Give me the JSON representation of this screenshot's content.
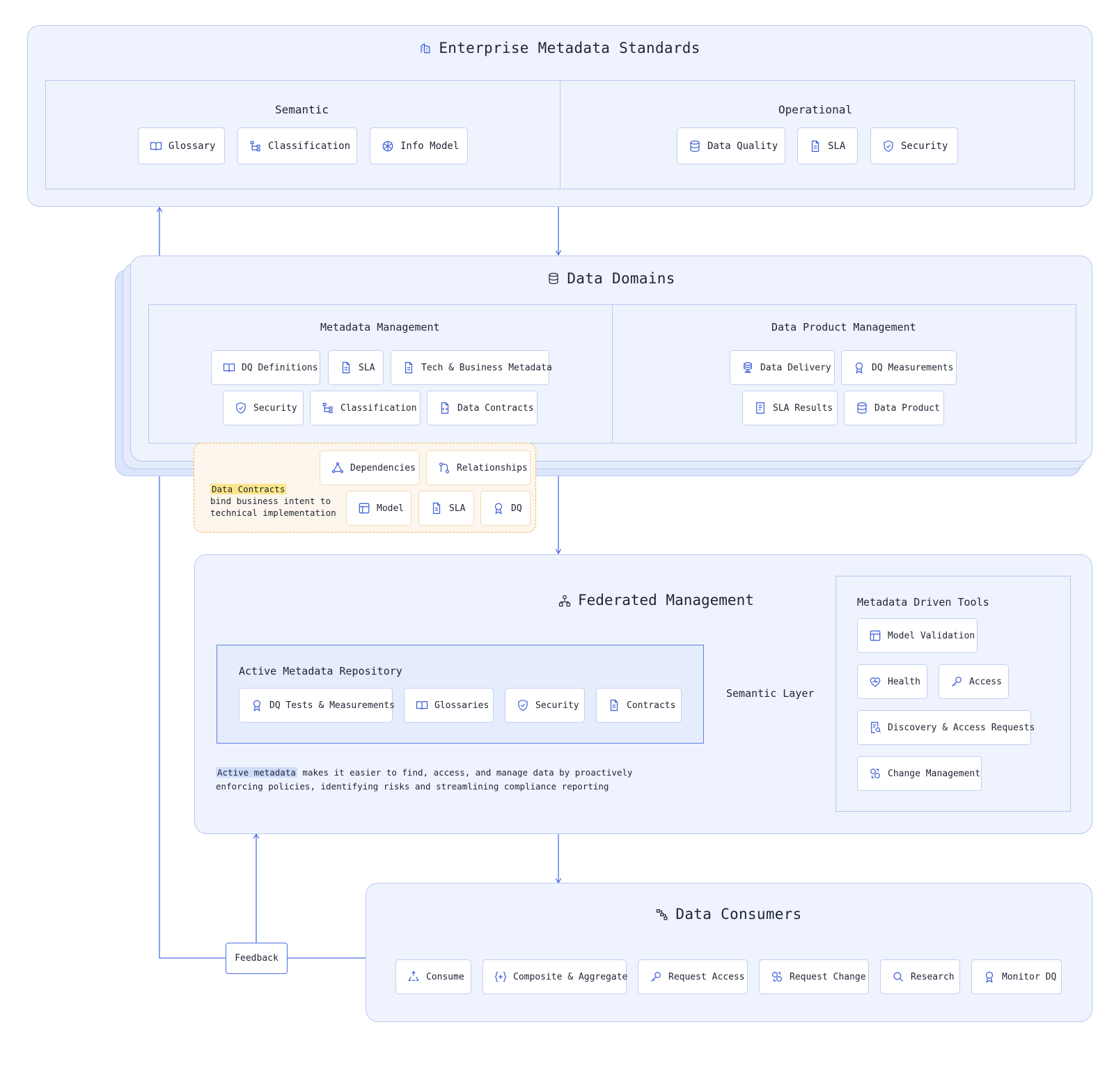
{
  "enterprise": {
    "title": "Enterprise Metadata Standards",
    "semantic": {
      "title": "Semantic",
      "items": [
        {
          "label": "Glossary",
          "icon": "book-icon"
        },
        {
          "label": "Classification",
          "icon": "tree-icon"
        },
        {
          "label": "Info Model",
          "icon": "cube-icon"
        }
      ]
    },
    "operational": {
      "title": "Operational",
      "items": [
        {
          "label": "Data Quality",
          "icon": "database-icon"
        },
        {
          "label": "SLA",
          "icon": "document-icon"
        },
        {
          "label": "Security",
          "icon": "shield-icon"
        }
      ]
    }
  },
  "domains": {
    "title": "Data Domains",
    "metadata_management": {
      "title": "Metadata Management",
      "items": [
        {
          "label": "DQ Definitions",
          "icon": "book-icon"
        },
        {
          "label": "SLA",
          "icon": "document-icon"
        },
        {
          "label": "Tech & Business Metadata",
          "icon": "document-icon"
        },
        {
          "label": "Security",
          "icon": "shield-icon"
        },
        {
          "label": "Classification",
          "icon": "tree-icon"
        },
        {
          "label": "Data Contracts",
          "icon": "code-file-icon"
        }
      ]
    },
    "product_management": {
      "title": "Data Product Management",
      "items": [
        {
          "label": "Data Delivery",
          "icon": "server-icon"
        },
        {
          "label": "DQ Measurements",
          "icon": "award-icon"
        },
        {
          "label": "SLA Results",
          "icon": "list-file-icon"
        },
        {
          "label": "Data Product",
          "icon": "database-icon"
        }
      ]
    }
  },
  "contracts_callout": {
    "highlight": "Data Contracts",
    "line1": "bind business intent to",
    "line2": "technical implementation",
    "items": [
      {
        "label": "Dependencies",
        "icon": "graph-icon"
      },
      {
        "label": "Relationships",
        "icon": "git-icon"
      },
      {
        "label": "Model",
        "icon": "table-icon"
      },
      {
        "label": "SLA",
        "icon": "document-icon"
      },
      {
        "label": "DQ",
        "icon": "award-icon"
      }
    ]
  },
  "federated": {
    "title": "Federated Management",
    "repository": {
      "title": "Active Metadata Repository",
      "items": [
        {
          "label": "DQ Tests & Measurements",
          "icon": "award-icon"
        },
        {
          "label": "Glossaries",
          "icon": "book-icon"
        },
        {
          "label": "Security",
          "icon": "shield-icon"
        },
        {
          "label": "Contracts",
          "icon": "document-icon"
        }
      ]
    },
    "semantic_layer": "Semantic Layer",
    "note": {
      "highlight": "Active metadata",
      "line1": "makes it easier to find, access, and manage data by proactively",
      "line2": "enforcing policies, identifying risks and streamlining compliance reporting"
    },
    "tools": {
      "title": "Metadata Driven Tools",
      "items": [
        {
          "label": "Model Validation",
          "icon": "table-icon"
        },
        {
          "label": "Health",
          "icon": "heart-icon"
        },
        {
          "label": "Access",
          "icon": "key-icon"
        },
        {
          "label": "Discovery & Access Requests",
          "icon": "search-file-icon"
        },
        {
          "label": "Change Management",
          "icon": "cycle-icon"
        }
      ]
    }
  },
  "consumers": {
    "title": "Data Consumers",
    "items": [
      {
        "label": "Consume",
        "icon": "recycle-icon"
      },
      {
        "label": "Composite & Aggregate",
        "icon": "braces-plus-icon"
      },
      {
        "label": "Request Access",
        "icon": "key-icon"
      },
      {
        "label": "Request Change",
        "icon": "cycle-icon"
      },
      {
        "label": "Research",
        "icon": "search-icon"
      },
      {
        "label": "Monitor DQ",
        "icon": "award-icon"
      }
    ]
  },
  "feedback": "Feedback",
  "colors": {
    "accent": "#4a6fe0",
    "panel_bg": "#eef3fd",
    "panel_border": "#b9c8f1",
    "contract_border": "#f0b45a",
    "contract_bg": "#fdf6ec"
  }
}
